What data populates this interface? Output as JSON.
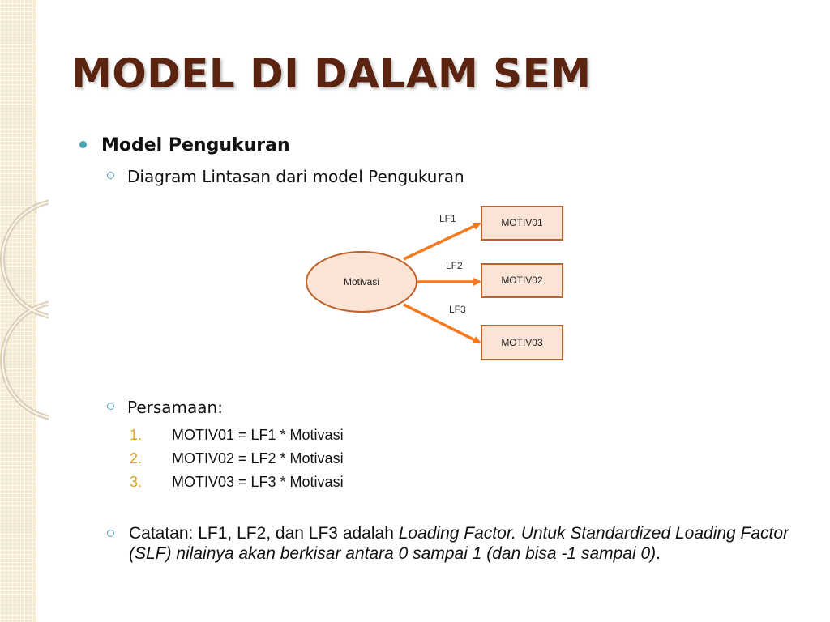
{
  "slide": {
    "title": "MODEL DI DALAM SEM",
    "bullet": "Model Pengukuran",
    "sub1": "Diagram Lintasan dari model Pengukuran",
    "sub2": "Persamaan:",
    "equations": [
      {
        "num": "1.",
        "text": "MOTIV01 = LF1 * Motivasi"
      },
      {
        "num": "2.",
        "text": "MOTIV02 = LF2 * Motivasi"
      },
      {
        "num": "3.",
        "text": "MOTIV03 = LF3 * Motivasi"
      }
    ],
    "note": {
      "plain": "Catatan: LF1, LF2, dan LF3 adalah ",
      "italic": "Loading Factor. Untuk Standardized Loading Factor (SLF) nilainya akan berkisar antara 0 sampai 1 (dan bisa -1 sampai 0)",
      "end": "."
    }
  },
  "diagram": {
    "latent": "Motivasi",
    "indicators": [
      "MOTIV01",
      "MOTIV02",
      "MOTIV03"
    ],
    "loadings": [
      "LF1",
      "LF2",
      "LF3"
    ]
  },
  "colors": {
    "title": "#5a2410",
    "accent_bullet": "#4aa3b5",
    "list_number": "#e3a21a",
    "ellipse_fill": "#fbe4d5",
    "ellipse_stroke": "#c0622b",
    "box_fill": "#fbe4d5",
    "box_stroke": "#c0622b",
    "arrow": "#f47a20"
  }
}
